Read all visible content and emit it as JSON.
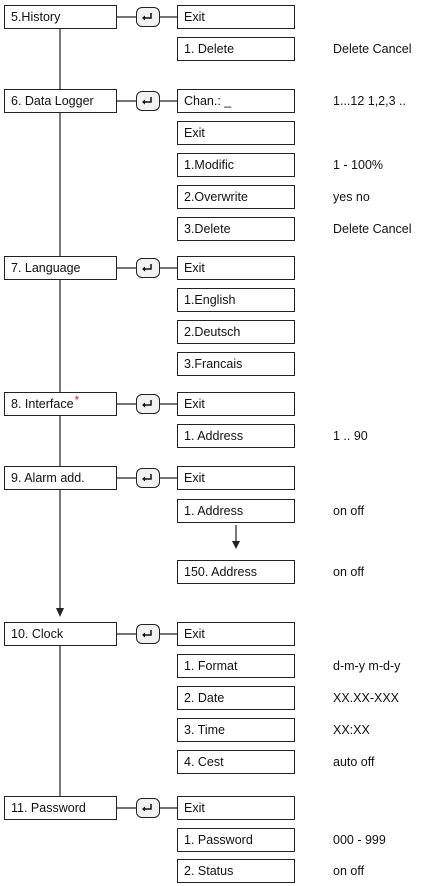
{
  "menus": [
    {
      "label": "5.History",
      "star": "",
      "items": [
        {
          "label": "Exit",
          "value": ""
        },
        {
          "label": "1. Delete",
          "value": "Delete Cancel"
        }
      ]
    },
    {
      "label": "6. Data Logger",
      "star": "",
      "items": [
        {
          "label": "Chan.: _",
          "value": "1...12  1,2,3 .."
        },
        {
          "label": "Exit",
          "value": ""
        },
        {
          "label": "1.Modific",
          "value": "1 - 100%"
        },
        {
          "label": "2.Overwrite",
          "value": "yes  no"
        },
        {
          "label": "3.Delete",
          "value": "Delete Cancel"
        }
      ]
    },
    {
      "label": "7. Language",
      "star": "",
      "items": [
        {
          "label": "Exit",
          "value": ""
        },
        {
          "label": "1.English",
          "value": ""
        },
        {
          "label": "2.Deutsch",
          "value": ""
        },
        {
          "label": "3.Francais",
          "value": ""
        }
      ]
    },
    {
      "label": "8. Interface",
      "star": "*",
      "items": [
        {
          "label": "Exit",
          "value": ""
        },
        {
          "label": "1. Address",
          "value": "1 .. 90"
        }
      ]
    },
    {
      "label": "9. Alarm add.",
      "star": "",
      "items": [
        {
          "label": "Exit",
          "value": ""
        },
        {
          "label": "1. Address",
          "value": "on  off"
        },
        {
          "label": "150. Address",
          "value": "on  off"
        }
      ]
    },
    {
      "label": "10. Clock",
      "star": "",
      "items": [
        {
          "label": "Exit",
          "value": ""
        },
        {
          "label": "1. Format",
          "value": "d-m-y  m-d-y"
        },
        {
          "label": "2. Date",
          "value": "XX.XX-XXX"
        },
        {
          "label": "3. Time",
          "value": "XX:XX"
        },
        {
          "label": "4. Cest",
          "value": "auto  off"
        }
      ]
    },
    {
      "label": "11. Password",
      "star": "",
      "items": [
        {
          "label": "Exit",
          "value": ""
        },
        {
          "label": "1. Password",
          "value": "000 - 999"
        },
        {
          "label": "2. Status",
          "value": "on  off"
        }
      ]
    }
  ]
}
